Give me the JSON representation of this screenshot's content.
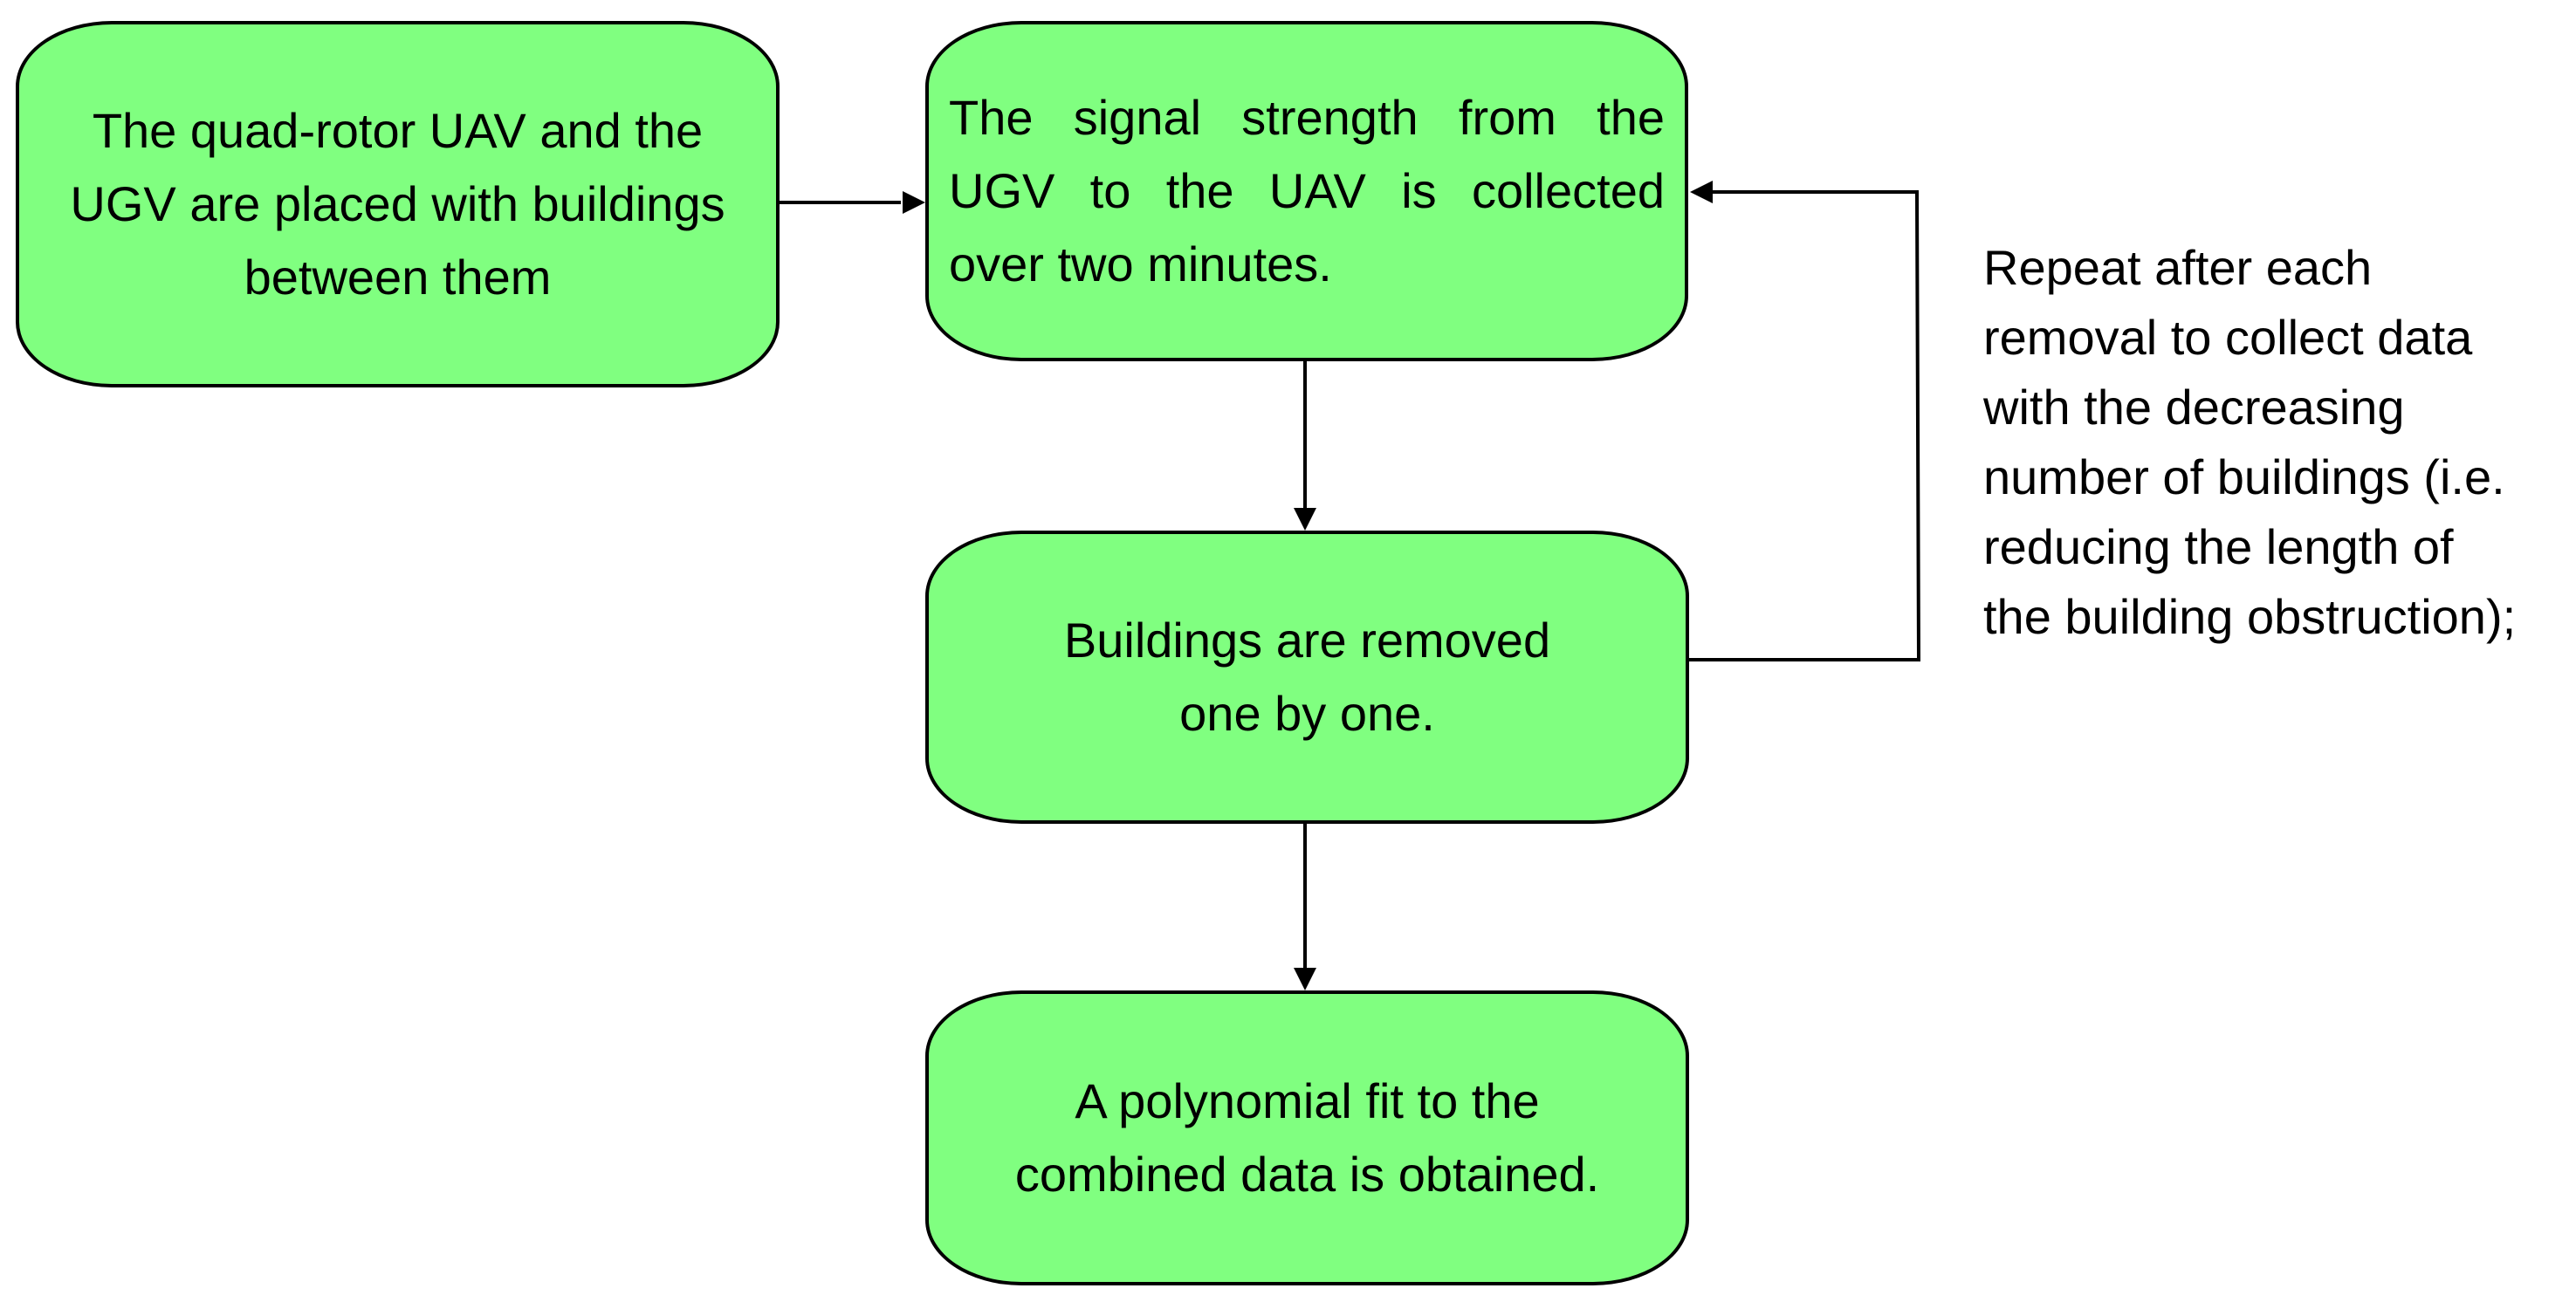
{
  "diagram": {
    "nodes": [
      {
        "id": "box1",
        "text": "The quad-rotor UAV and the\nUGV are placed with buildings\nbetween them"
      },
      {
        "id": "box2",
        "text": "The signal strength from the UGV to the UAV is collected over two minutes."
      },
      {
        "id": "box3",
        "text": "Buildings are removed\none by one."
      },
      {
        "id": "box4",
        "text": "A polynomial fit to the\ncombined data is obtained."
      }
    ],
    "note": "Repeat after each\nremoval to collect data\nwith the decreasing\nnumber of buildings (i.e.\nreducing the length of\nthe building obstruction);",
    "edges": [
      {
        "from": "box1",
        "to": "box2"
      },
      {
        "from": "box2",
        "to": "box3"
      },
      {
        "from": "box3",
        "to": "box4"
      },
      {
        "from": "box3",
        "to": "box2"
      }
    ]
  },
  "colors": {
    "node_fill": "#80ff80",
    "stroke": "#000000",
    "background": "#ffffff"
  }
}
